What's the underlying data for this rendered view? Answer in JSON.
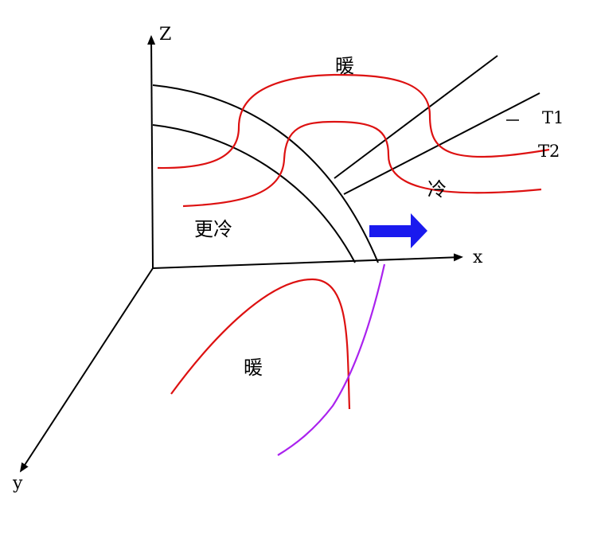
{
  "axes": {
    "z_label": "Z",
    "x_label": "x",
    "y_label": "y"
  },
  "labels": {
    "warm_top": "暖",
    "cold_right": "冷",
    "colder": "更冷",
    "warm_bottom": "暖",
    "isotherm_1": "T1",
    "isotherm_2": "T2"
  },
  "colors": {
    "isotherm": "#dd1111",
    "surface_front": "#aa22ee",
    "motion_arrow": "#1a1aee",
    "axis": "#000000"
  }
}
